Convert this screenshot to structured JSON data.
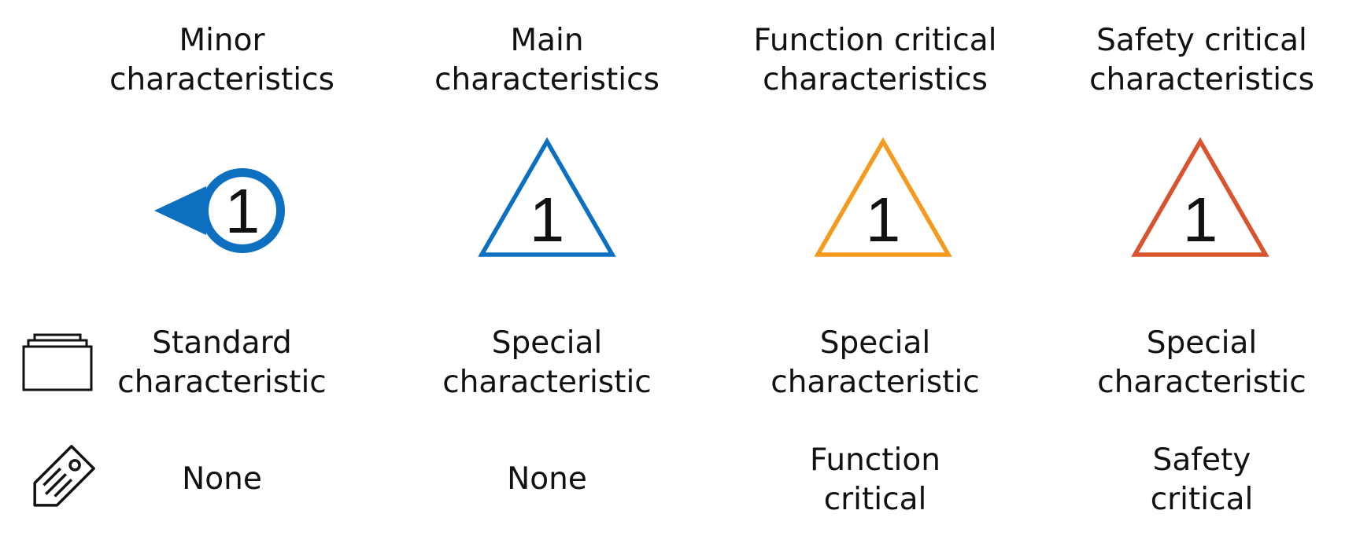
{
  "colors": {
    "minor": "#0c6fbf",
    "main": "#0c6fbf",
    "function_critical": "#f39a1f",
    "safety_critical": "#d9532c",
    "text": "#111111",
    "icon_stroke": "#111111"
  },
  "columns": [
    {
      "header": [
        "Minor",
        "characteristics"
      ],
      "symbol": {
        "shape": "circle-pointer",
        "number": "1",
        "color": "#0c6fbf"
      },
      "characteristic": [
        "Standard",
        "characteristic"
      ],
      "tag": [
        "None"
      ]
    },
    {
      "header": [
        "Main",
        "characteristics"
      ],
      "symbol": {
        "shape": "triangle",
        "number": "1",
        "color": "#0c6fbf"
      },
      "characteristic": [
        "Special",
        "characteristic"
      ],
      "tag": [
        "None"
      ]
    },
    {
      "header": [
        "Function critical",
        "characteristics"
      ],
      "symbol": {
        "shape": "triangle",
        "number": "1",
        "color": "#f39a1f"
      },
      "characteristic": [
        "Special",
        "characteristic"
      ],
      "tag": [
        "Function",
        "critical"
      ]
    },
    {
      "header": [
        "Safety critical",
        "characteristics"
      ],
      "symbol": {
        "shape": "triangle",
        "number": "1",
        "color": "#d9532c"
      },
      "characteristic": [
        "Special",
        "characteristic"
      ],
      "tag": [
        "Safety",
        "critical"
      ]
    }
  ],
  "row_icons": {
    "characteristic_row": "stacked-cards-icon",
    "tag_row": "tag-icon"
  }
}
